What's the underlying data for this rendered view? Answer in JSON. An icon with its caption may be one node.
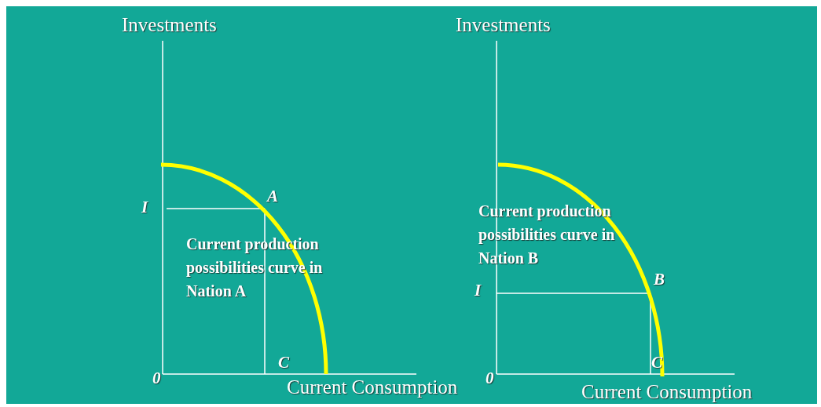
{
  "diagram": {
    "labels": [
      "Investments",
      "I",
      "A",
      "Current production possibilities curve in Nation A",
      "0",
      "C",
      "Current Consumption",
      "Investments",
      "Current production possibilities curve in Nation B",
      "I",
      "B",
      "0",
      "C",
      "Current Consumption"
    ]
  }
}
